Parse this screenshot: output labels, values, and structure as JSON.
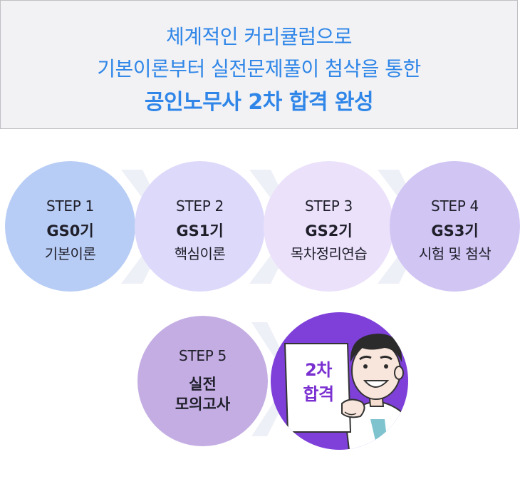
{
  "banner": {
    "line1": "체계적인 커리큘럼으로",
    "line2": "기본이론부터 실전문제풀이 첨삭을 통한",
    "line3": "공인노무사 2차 합격 완성"
  },
  "steps": [
    {
      "label": "STEP 1",
      "code": "GS0기",
      "desc": "기본이론",
      "color": "#b8cdf5"
    },
    {
      "label": "STEP 2",
      "code": "GS1기",
      "desc": "핵심이론",
      "color": "#ddd9fa"
    },
    {
      "label": "STEP 3",
      "code": "GS2기",
      "desc": "목차정리연습",
      "color": "#ebe1fb"
    },
    {
      "label": "STEP 4",
      "code": "GS3기",
      "desc": "시험 및 첨삭",
      "color": "#d1c5f4"
    },
    {
      "label": "STEP 5",
      "line1": "실전",
      "line2": "모의고사",
      "color": "#c4ade3"
    }
  ],
  "finale": {
    "line1": "2차",
    "line2": "합격",
    "background": "#7e40d9",
    "text_color": "#7a2fd0",
    "icon": "person-holding-sign-illustration"
  },
  "colors": {
    "banner_text": "#2f86e8",
    "banner_bg": "#f2f2f4"
  }
}
